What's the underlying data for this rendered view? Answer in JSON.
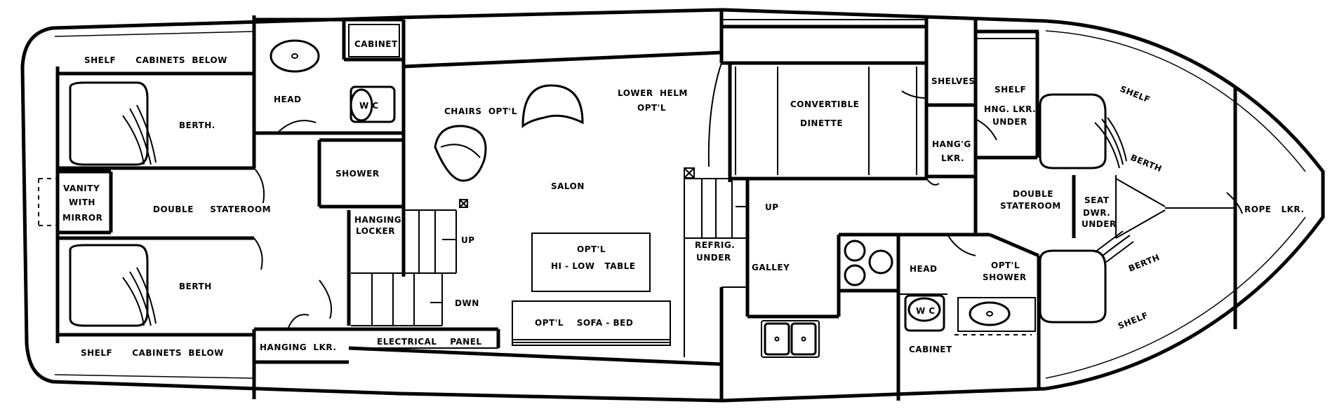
{
  "labels": {
    "shelf_cabinets_below_top": "SHELF      CABINETS  BELOW",
    "shelf_cabinets_below_bottom": "SHELF      CABINETS  BELOW",
    "berth_aft_top": "BERTH.",
    "berth_aft_bottom": "BERTH",
    "vanity_1": "VANITY",
    "vanity_2": "WITH",
    "vanity_3": "MIRROR",
    "double_stateroom_aft": "DOUBLE     STATEROOM",
    "cabinet_aft": "CABINET",
    "head_aft": "HEAD",
    "wc_aft": "W C",
    "shower": "SHOWER",
    "hanging_locker_1": "HANGING",
    "hanging_locker_2": "LOCKER",
    "hanging_lkr": "HANGING  LKR.",
    "up_aft": "UP",
    "dwn": "DWN",
    "electrical_panel": "ELECTRICAL    PANEL",
    "chairs_optl": "CHAIRS  OPT'L",
    "lower_helm_1": "LOWER  HELM",
    "lower_helm_2": "OPT'L",
    "salon": "SALON",
    "table_1": "OPT'L",
    "table_2": "HI - LOW   TABLE",
    "sofa_bed": "OPT'L    SOFA - BED",
    "convertible_1": "CONVERTIBLE",
    "convertible_2": "DINETTE",
    "refrig_1": "REFRIG.",
    "refrig_2": "UNDER",
    "up_fwd": "UP",
    "galley": "GALLEY",
    "shelves": "SHELVES",
    "hangg_1": "HANG'G",
    "hangg_2": "LKR.",
    "shelf_fwd": "SHELF",
    "hng_lkr_1": "HNG. LKR.",
    "hng_lkr_2": "UNDER",
    "head_fwd": "HEAD",
    "opt_shower_1": "OPT'L",
    "opt_shower_2": "SHOWER",
    "wc_fwd": "W C",
    "cabinet_fwd": "CABINET",
    "double_stateroom_fwd_1": "DOUBLE",
    "double_stateroom_fwd_2": "STATEROOM",
    "seat_1": "SEAT",
    "seat_2": "DWR.",
    "seat_3": "UNDER",
    "shelf_bow_top": "SHELF",
    "berth_bow_top": "BERTH",
    "berth_bow_bottom": "BERTH",
    "shelf_bow_bottom": "SHELF",
    "rope_lkr": "ROPE   LKR."
  }
}
